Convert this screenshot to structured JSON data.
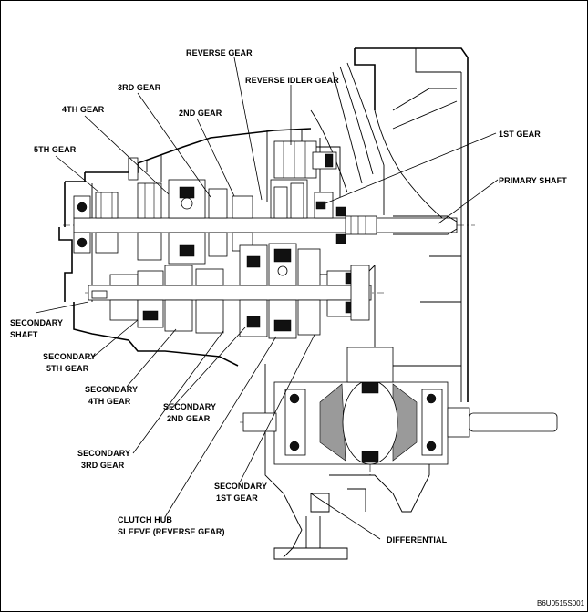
{
  "labels": {
    "reverse_gear": "REVERSE GEAR",
    "reverse_idler_gear": "REVERSE IDLER GEAR",
    "third_gear": "3RD GEAR",
    "fourth_gear": "4TH GEAR",
    "second_gear": "2ND GEAR",
    "fifth_gear": "5TH GEAR",
    "first_gear": "1ST GEAR",
    "primary_shaft": "PRIMARY SHAFT",
    "secondary_shaft_1": "SECONDARY",
    "secondary_shaft_2": "SHAFT",
    "secondary_5th_1": "SECONDARY",
    "secondary_5th_2": "5TH GEAR",
    "secondary_4th_1": "SECONDARY",
    "secondary_4th_2": "4TH GEAR",
    "secondary_2nd_1": "SECONDARY",
    "secondary_2nd_2": "2ND GEAR",
    "secondary_3rd_1": "SECONDARY",
    "secondary_3rd_2": "3RD GEAR",
    "secondary_1st_1": "SECONDARY",
    "secondary_1st_2": "1ST GEAR",
    "clutch_hub_1": "CLUTCH HUB",
    "clutch_hub_2": "SLEEVE (REVERSE GEAR)",
    "differential": "DIFFERENTIAL"
  },
  "figure_code": "B6U0515S001"
}
